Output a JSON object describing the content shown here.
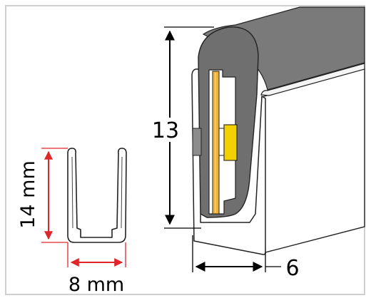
{
  "figure": {
    "profile": {
      "height_label": "14 mm",
      "width_label": "8 mm"
    },
    "neon_strip": {
      "height_label": "13",
      "width_label": "6"
    }
  },
  "colors": {
    "profile_dimension": "#e0262b",
    "dimension_line": "#000000",
    "silicone_body": "#6e6e6e",
    "silicone_highlight": "#8a8a8a",
    "led_strip": "#f2b233",
    "led_chip": "#f2d100",
    "outline": "#222222",
    "border": "#cfcfcf"
  }
}
